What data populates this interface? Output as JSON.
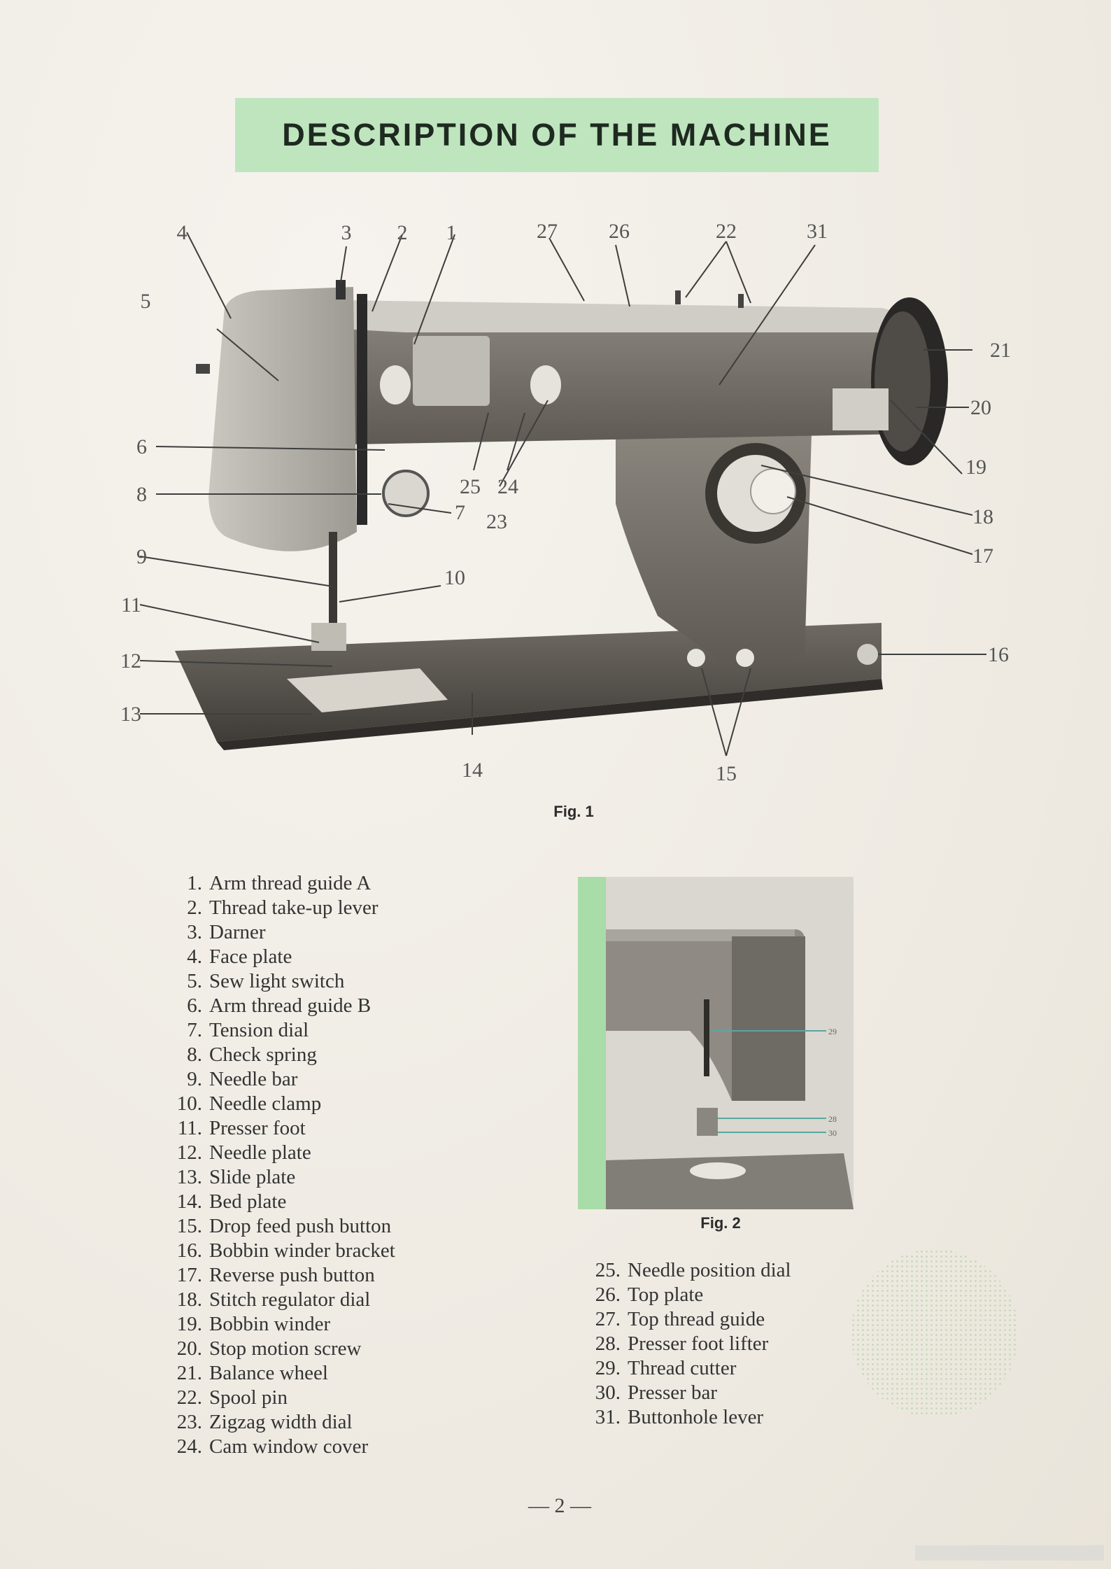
{
  "title": "DESCRIPTION OF THE MACHINE",
  "fig1": {
    "caption": "Fig. 1",
    "callouts": [
      "1",
      "2",
      "3",
      "4",
      "5",
      "6",
      "7",
      "8",
      "9",
      "10",
      "11",
      "12",
      "13",
      "14",
      "15",
      "16",
      "17",
      "18",
      "19",
      "20",
      "21",
      "22",
      "23",
      "24",
      "25",
      "26",
      "27",
      "31"
    ]
  },
  "fig2": {
    "caption": "Fig. 2",
    "callouts": [
      "29",
      "28",
      "30"
    ]
  },
  "parts_left": [
    {
      "num": "1.",
      "label": "Arm thread guide A"
    },
    {
      "num": "2.",
      "label": "Thread take-up lever"
    },
    {
      "num": "3.",
      "label": "Darner"
    },
    {
      "num": "4.",
      "label": "Face plate"
    },
    {
      "num": "5.",
      "label": "Sew light switch"
    },
    {
      "num": "6.",
      "label": "Arm thread guide B"
    },
    {
      "num": "7.",
      "label": "Tension dial"
    },
    {
      "num": "8.",
      "label": "Check spring"
    },
    {
      "num": "9.",
      "label": "Needle bar"
    },
    {
      "num": "10.",
      "label": "Needle clamp"
    },
    {
      "num": "11.",
      "label": "Presser foot"
    },
    {
      "num": "12.",
      "label": "Needle plate"
    },
    {
      "num": "13.",
      "label": "Slide plate"
    },
    {
      "num": "14.",
      "label": "Bed plate"
    },
    {
      "num": "15.",
      "label": "Drop feed push button"
    },
    {
      "num": "16.",
      "label": "Bobbin winder bracket"
    },
    {
      "num": "17.",
      "label": "Reverse push button"
    },
    {
      "num": "18.",
      "label": "Stitch regulator dial"
    },
    {
      "num": "19.",
      "label": "Bobbin winder"
    },
    {
      "num": "20.",
      "label": "Stop motion screw"
    },
    {
      "num": "21.",
      "label": "Balance wheel"
    },
    {
      "num": "22.",
      "label": "Spool pin"
    },
    {
      "num": "23.",
      "label": "Zigzag width dial"
    },
    {
      "num": "24.",
      "label": "Cam window cover"
    }
  ],
  "parts_right": [
    {
      "num": "25.",
      "label": "Needle position dial"
    },
    {
      "num": "26.",
      "label": "Top plate"
    },
    {
      "num": "27.",
      "label": "Top thread guide"
    },
    {
      "num": "28.",
      "label": "Presser foot lifter"
    },
    {
      "num": "29.",
      "label": "Thread cutter"
    },
    {
      "num": "30.",
      "label": "Presser bar"
    },
    {
      "num": "31.",
      "label": "Buttonhole lever"
    }
  ],
  "page_number": "— 2 —"
}
